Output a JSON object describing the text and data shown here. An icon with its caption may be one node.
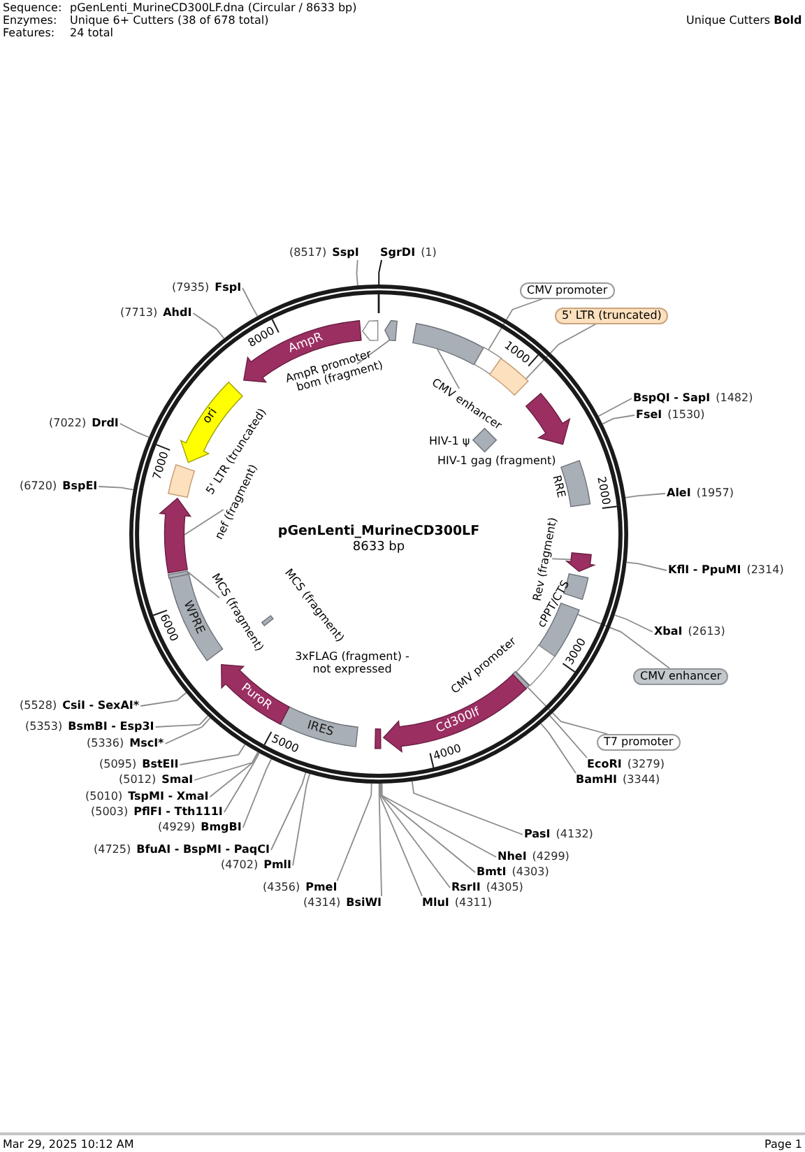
{
  "diagram": {
    "nodes": [
      {
        "text": [
          "pGenLenti_MurineCD300LF",
          "8633 bp"
        ]
      },
      {
        "text": [],
        "shape": "arrow",
        "in": 0
      },
      {
        "text": [],
        "shape": "bar",
        "in": 0
      },
      {
        "text": [],
        "shape": "bar",
        "in": 0
      },
      {
        "text": [],
        "shape": "bar",
        "in": 0
      },
      {
        "text": [],
        "shape": "diamond",
        "in": 0,
        "beside": [
          "HIV-1 ψ"
        ]
      },
      {
        "text": [],
        "shape": "arrow",
        "in": 0
      },
      {
        "text": [],
        "shape": "bar",
        "in": 0,
        "beside": [
          "RRE"
        ]
      },
      {
        "text": [],
        "shape": "arrow",
        "in": 0
      },
      {
        "text": [],
        "shape": "bar",
        "in": 0,
        "beside": [
          "cPPT/CTS"
        ]
      },
      {
        "text": [],
        "shape": "bar",
        "in": 0
      },
      {
        "text": [],
        "shape": "bar",
        "in": 0,
        "beside": [
          "CMV promoter"
        ]
      },
      {
        "text": [],
        "shape": "bar",
        "in": 0
      },
      {
        "text": [
          "Cd300lf"
        ],
        "in": 0
      },
      {
        "text": [],
        "shape": "bar",
        "in": 0
      },
      {
        "text": [
          "IRES"
        ],
        "in": 0
      },
      {
        "text": [
          "PuroR"
        ],
        "in": 0
      },
      {
        "text": [],
        "shape": "bar",
        "in": 0,
        "beside": [
          "MCS (fragment)"
        ]
      },
      {
        "text": [
          "WPRE"
        ],
        "in": 0
      },
      {
        "text": [],
        "shape": "bar",
        "in": 0
      },
      {
        "text": [],
        "shape": "arrow",
        "in": 0
      },
      {
        "text": [],
        "shape": "bar",
        "in": 0
      },
      {
        "text": [
          "ori"
        ],
        "in": 0
      },
      {
        "text": [
          "AmpR"
        ],
        "in": 0
      },
      {
        "text": [],
        "shape": "arrow",
        "in": 0
      },
      {
        "text": [
          "bom (fragment)"
        ],
        "in": 0
      },
      {
        "text": [
          "CMV enhancer"
        ],
        "in": 0
      },
      {
        "text": [
          "Rev (fragment)"
        ],
        "in": 0
      },
      {
        "text": [
          "MCS (fragment)"
        ],
        "in": 0
      },
      {
        "text": [
          "nef (fragment)"
        ],
        "in": 0
      },
      {
        "text": [
          "CMV promoter"
        ]
      },
      {
        "text": [
          "5' LTR (truncated)"
        ]
      },
      {
        "text": [
          "CMV enhancer"
        ]
      },
      {
        "text": [
          "T7 promoter"
        ]
      },
      {
        "text": [
          "SgrDI",
          "(1)"
        ]
      },
      {
        "text": [
          "BspQI - SapI",
          "(1482)"
        ]
      },
      {
        "text": [
          "FseI",
          "(1530)"
        ]
      },
      {
        "text": [
          "AleI",
          "(1957)"
        ]
      },
      {
        "text": [
          "KflI - PpuMI",
          "(2314)"
        ]
      },
      {
        "text": [
          "XbaI",
          "(2613)"
        ]
      },
      {
        "text": [
          "EcoRI",
          "(3279)"
        ]
      },
      {
        "text": [
          "BamHI",
          "(3344)"
        ]
      },
      {
        "text": [
          "PasI",
          "(4132)"
        ]
      },
      {
        "text": [
          "NheI",
          "(4299)"
        ]
      },
      {
        "text": [
          "BmtI",
          "(4303)"
        ]
      },
      {
        "text": [
          "RsrII",
          "(4305)"
        ]
      },
      {
        "text": [
          "MluI",
          "(4311)"
        ]
      },
      {
        "text": [
          "(4314)",
          "BsiWI"
        ]
      },
      {
        "text": [
          "(4356)",
          "PmeI"
        ]
      },
      {
        "text": [
          "(4702)",
          "PmlI"
        ]
      },
      {
        "text": [
          "(4725)",
          "BfuAI - BspMI - PaqCI"
        ]
      },
      {
        "text": [
          "(4929)",
          "BmgBI"
        ]
      },
      {
        "text": [
          "(5003)",
          "PflFI - Tth111I"
        ]
      },
      {
        "text": [
          "(5010)",
          "TspMI - XmaI"
        ]
      },
      {
        "text": [
          "(5012)",
          "SmaI"
        ]
      },
      {
        "text": [
          "(5095)",
          "BstEII"
        ]
      },
      {
        "text": [
          "(5336)",
          "MscI*"
        ]
      },
      {
        "text": [
          "(5353)",
          "BsmBI - Esp3I"
        ]
      },
      {
        "text": [
          "(5528)",
          "CsiI - SexAI*"
        ]
      },
      {
        "text": [
          "(6720)",
          "BspEI"
        ]
      },
      {
        "text": [
          "(7022)",
          "DrdI"
        ]
      },
      {
        "text": [
          "(7713)",
          "AhdI"
        ]
      },
      {
        "text": [
          "(7935)",
          "FspI"
        ]
      },
      {
        "text": [
          "(8517)",
          "SspI"
        ]
      }
    ],
    "edges": [
      {
        "from": 25,
        "to": 1,
        "arrow": "none"
      },
      {
        "from": 26,
        "to": 2,
        "arrow": "none"
      },
      {
        "from": 27,
        "to": 8,
        "arrow": "none"
      },
      {
        "from": 28,
        "to": 19,
        "arrow": "none"
      },
      {
        "from": 29,
        "to": 20,
        "arrow": "none"
      },
      {
        "from": 30,
        "to": 3,
        "arrow": "none"
      },
      {
        "from": 31,
        "to": 4,
        "arrow": "none"
      },
      {
        "from": 32,
        "to": 10,
        "arrow": "none"
      },
      {
        "from": 33,
        "to": 12,
        "arrow": "none"
      },
      {
        "from": 34,
        "to": 0,
        "arrow": "none",
        "color": "#000000"
      },
      {
        "from": 35,
        "to": 0,
        "arrow": "none"
      },
      {
        "from": 36,
        "to": 0,
        "arrow": "none"
      },
      {
        "from": 37,
        "to": 0,
        "arrow": "none"
      },
      {
        "from": 38,
        "to": 0,
        "arrow": "none"
      },
      {
        "from": 39,
        "to": 0,
        "arrow": "none"
      },
      {
        "from": 40,
        "to": 0,
        "arrow": "none"
      },
      {
        "from": 41,
        "to": 0,
        "arrow": "none"
      },
      {
        "from": 42,
        "to": 0,
        "arrow": "none"
      },
      {
        "from": 43,
        "to": 0,
        "arrow": "none"
      },
      {
        "from": 44,
        "to": 0,
        "arrow": "none"
      },
      {
        "from": 45,
        "to": 0,
        "arrow": "none"
      },
      {
        "from": 46,
        "to": 0,
        "arrow": "none"
      },
      {
        "from": 47,
        "to": 0,
        "arrow": "none"
      },
      {
        "from": 48,
        "to": 0,
        "arrow": "none"
      },
      {
        "from": 49,
        "to": 0,
        "arrow": "none"
      },
      {
        "from": 50,
        "to": 0,
        "arrow": "none"
      },
      {
        "from": 51,
        "to": 0,
        "arrow": "none"
      },
      {
        "from": 52,
        "to": 0,
        "arrow": "none"
      },
      {
        "from": 53,
        "to": 0,
        "arrow": "none"
      },
      {
        "from": 54,
        "to": 0,
        "arrow": "none"
      },
      {
        "from": 55,
        "to": 0,
        "arrow": "none"
      },
      {
        "from": 56,
        "to": 0,
        "arrow": "none"
      },
      {
        "from": 57,
        "to": 0,
        "arrow": "none"
      },
      {
        "from": 58,
        "to": 0,
        "arrow": "none"
      },
      {
        "from": 59,
        "to": 0,
        "arrow": "none"
      },
      {
        "from": 60,
        "to": 0,
        "arrow": "none"
      },
      {
        "from": 61,
        "to": 0,
        "arrow": "none"
      },
      {
        "from": 62,
        "to": 0,
        "arrow": "none"
      },
      {
        "from": 63,
        "to": 0,
        "arrow": "none"
      }
    ],
    "labels": [
      "Sequence:",
      "pGenLenti_MurineCD300LF.dna (Circular / 8633 bp)",
      "Enzymes:",
      "Unique 6+ Cutters (38 of 678 total)",
      "Unique Cutters **Bold**",
      "Features:",
      "24 total",
      "AmpR promoter",
      "HIV-1 gag (fragment)",
      "5' LTR (truncated)",
      "3xFLAG (fragment) - not expressed",
      "1000",
      "2000",
      "3000",
      "4000",
      "5000",
      "6000",
      "7000",
      "8000",
      "Mar 29, 2025 10:12 AM",
      "Page 1"
    ]
  }
}
